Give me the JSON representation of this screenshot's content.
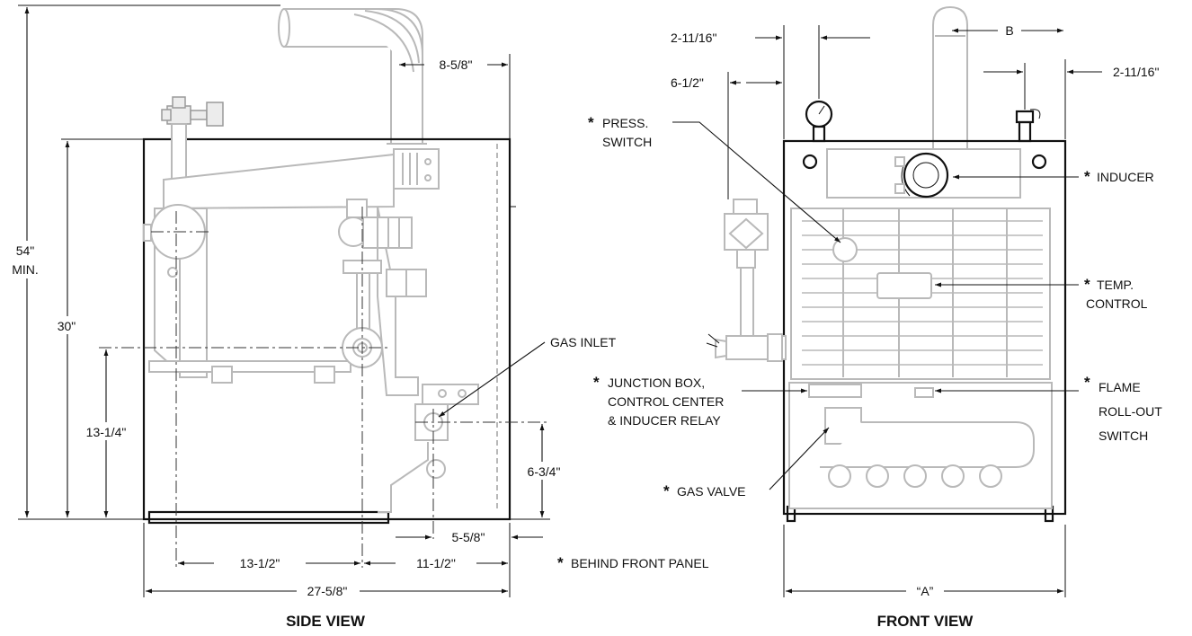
{
  "side_view": {
    "title": "SIDE VIEW",
    "dims": {
      "min_height": "54\"",
      "min_label": "MIN.",
      "cabinet_height": "30\"",
      "pipe_height": "13-1/4\"",
      "gas_inlet_height": "6-3/4\"",
      "flue_offset": "8-5/8\"",
      "pipe_depth": "13-1/2\"",
      "rear_depth": "11-1/2\"",
      "gas_inlet_offset": "5-5/8\"",
      "overall_depth": "27-5/8\""
    },
    "callouts": {
      "gas_inlet": "GAS INLET"
    }
  },
  "front_view": {
    "title": "FRONT VIEW",
    "dims": {
      "left_offset": "2-11/16\"",
      "valve_offset": "6-1/2\"",
      "flue_offset": "B",
      "right_offset": "2-11/16\"",
      "width": "“A”"
    },
    "callouts": {
      "press_switch_1": "PRESS.",
      "press_switch_2": "SWITCH",
      "inducer": "INDUCER",
      "temp_control_1": "TEMP.",
      "temp_control_2": "CONTROL",
      "junction_1": "JUNCTION BOX,",
      "junction_2": "CONTROL CENTER",
      "junction_3": "& INDUCER RELAY",
      "flame_1": "FLAME",
      "flame_2": "ROLL-OUT",
      "flame_3": "SWITCH",
      "gas_valve": "GAS VALVE"
    }
  },
  "notes": {
    "star": "*",
    "behind_panel": "BEHIND FRONT PANEL"
  }
}
